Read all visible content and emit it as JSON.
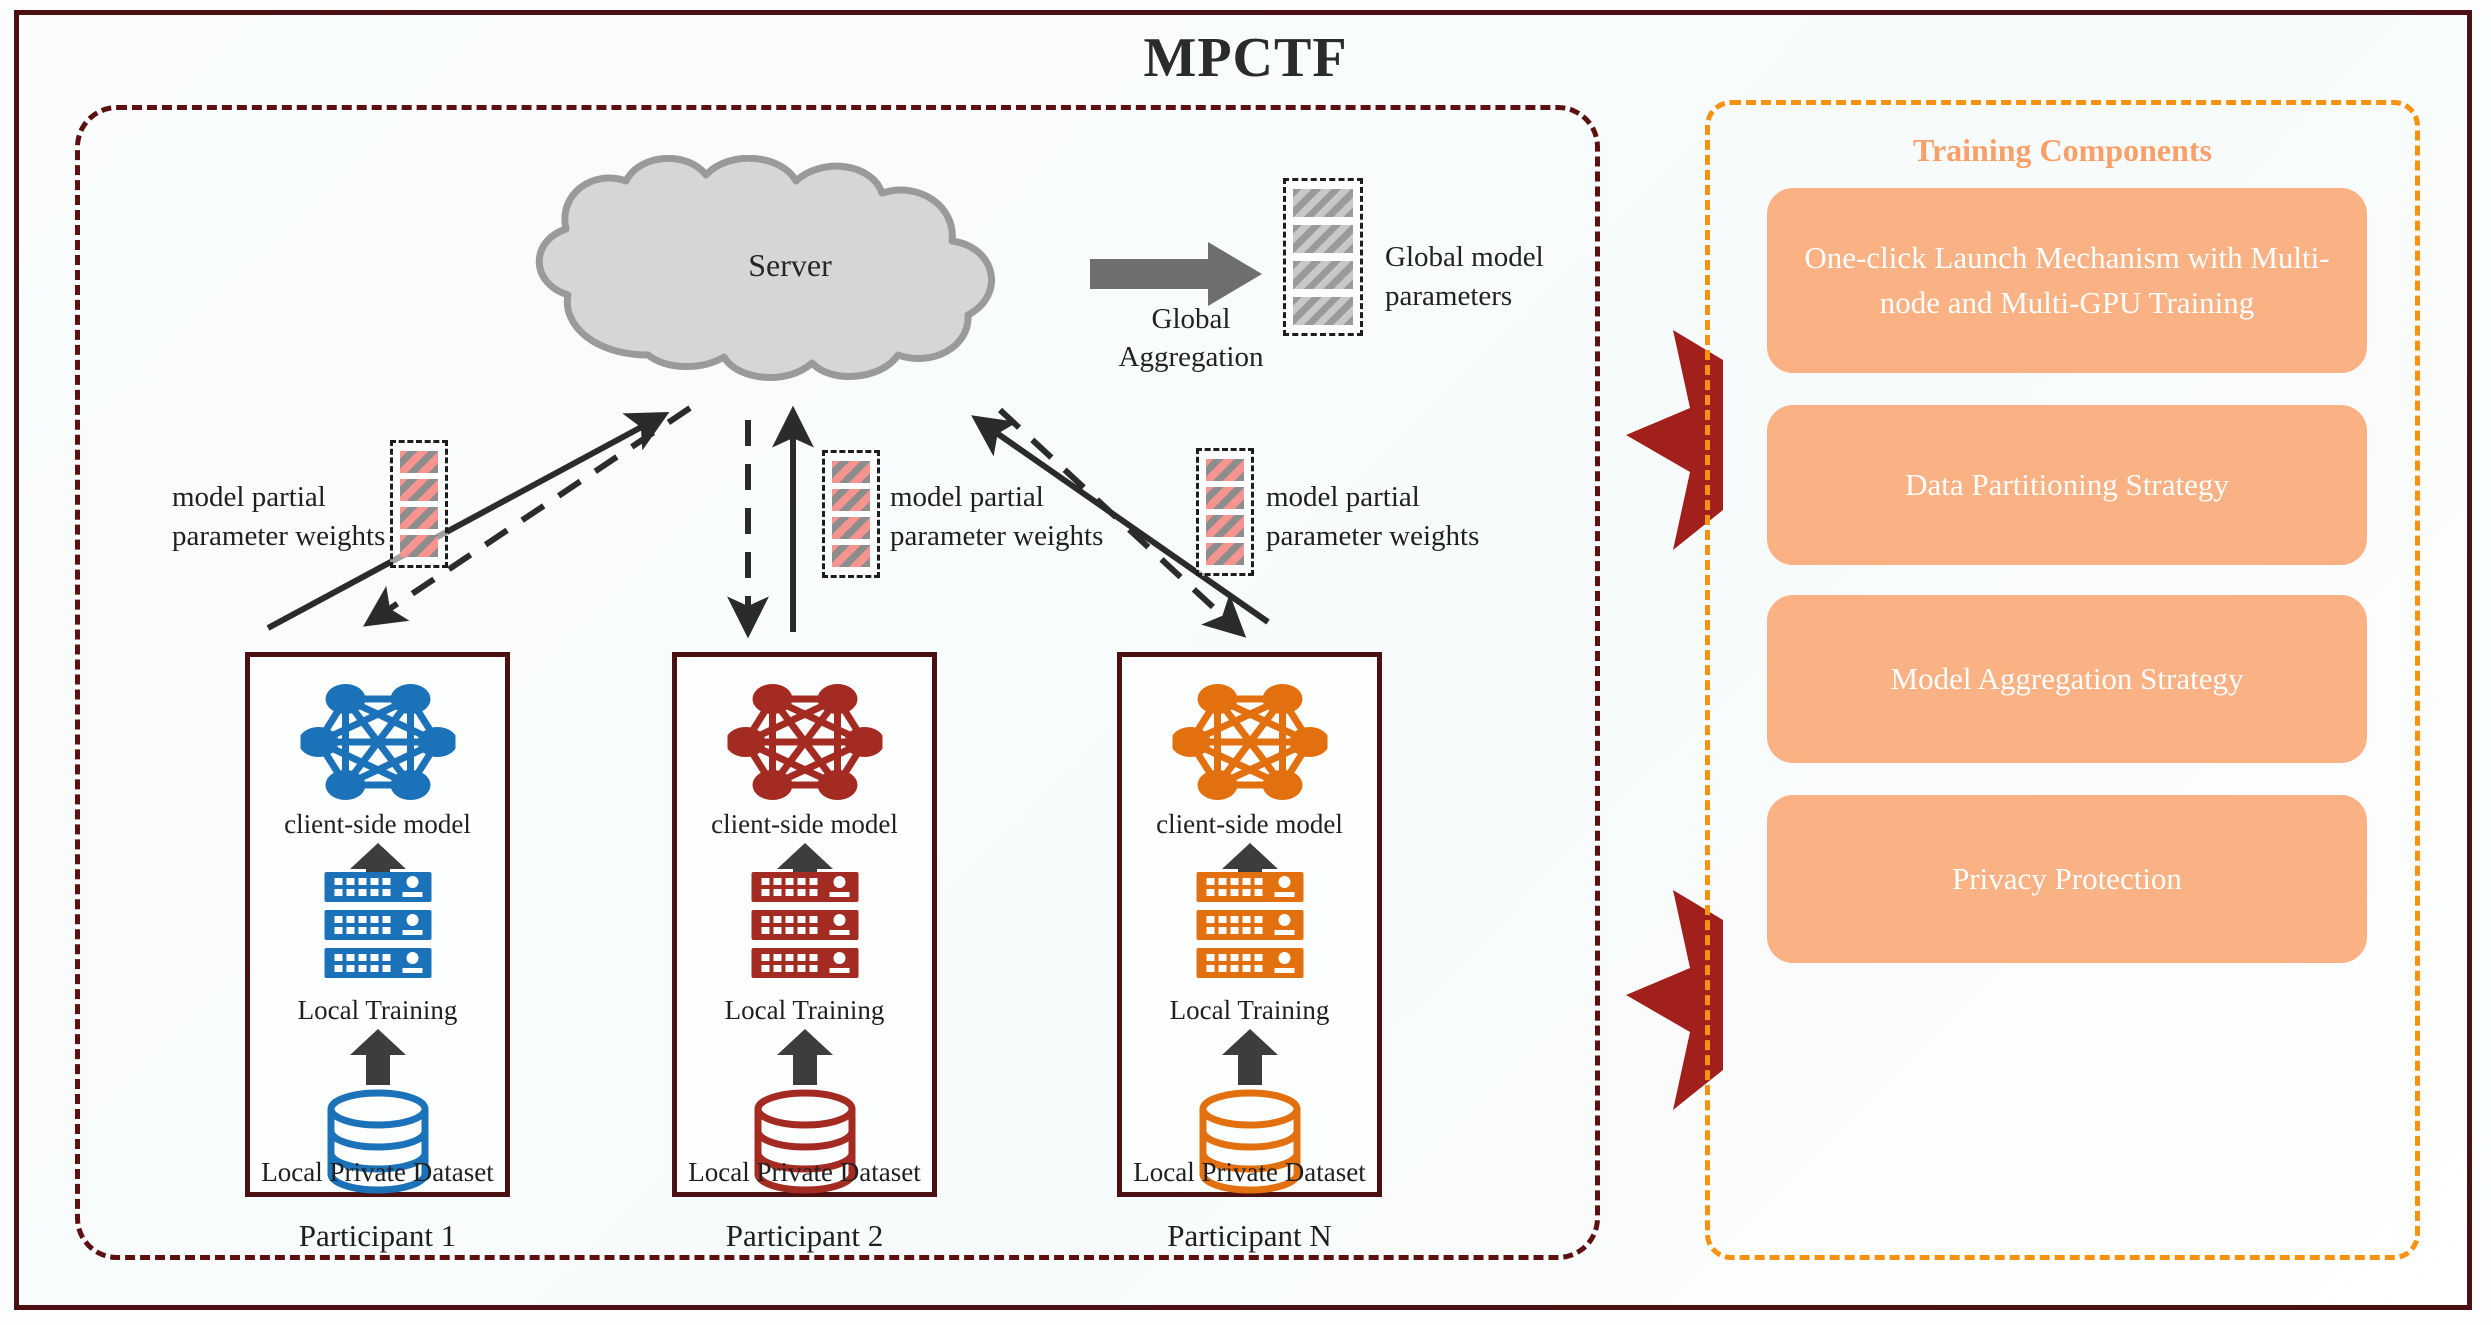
{
  "title": "MPCTF",
  "colors": {
    "frame_border": "#4b1011",
    "fl_panel_border": "#5d1012",
    "tc_panel_border": "#f6920f",
    "tc_card_fill": "#fab183",
    "tc_title": "#f9a06a",
    "chevron_arrow": "#a1201c",
    "cloud_fill": "#d6d6d6",
    "cloud_stroke": "#9a9a9a",
    "gray_arrow": "#6e6e6e",
    "participant_1": "#1b72b8",
    "participant_2": "#a32b22",
    "participant_n": "#e2700e",
    "weight_block_pink": "#f48b87",
    "weight_block_gray": "#b0b0b0",
    "black_arrow": "#2b2b2b"
  },
  "server": {
    "cloud_label": "Server",
    "aggregation_label": "Global\nAggregation",
    "aggregation_line1": "Global",
    "aggregation_line2": "Aggregation",
    "global_params_line1": "Global model",
    "global_params_line2": "parameters",
    "global_params_cells": 4
  },
  "weights": {
    "label_line1": "model partial",
    "label_line2": "parameter weights",
    "cells": 4
  },
  "participants": [
    {
      "name": "Participant 1",
      "accent": "#1b72b8",
      "model_label": "client-side model",
      "training_label": "Local Training",
      "dataset_label": "Local Private Dataset"
    },
    {
      "name": "Participant 2",
      "accent": "#a32b22",
      "model_label": "client-side model",
      "training_label": "Local Training",
      "dataset_label": "Local Private Dataset"
    },
    {
      "name": "Participant N",
      "accent": "#e2700e",
      "model_label": "client-side model",
      "training_label": "Local Training",
      "dataset_label": "Local Private Dataset"
    }
  ],
  "training_components": {
    "title": "Training Components",
    "cards": [
      {
        "label": "One-click Launch Mechanism with Multi-node and Multi-GPU Training"
      },
      {
        "label": "Data Partitioning Strategy"
      },
      {
        "label": "Model Aggregation Strategy"
      },
      {
        "label": "Privacy Protection"
      }
    ]
  }
}
